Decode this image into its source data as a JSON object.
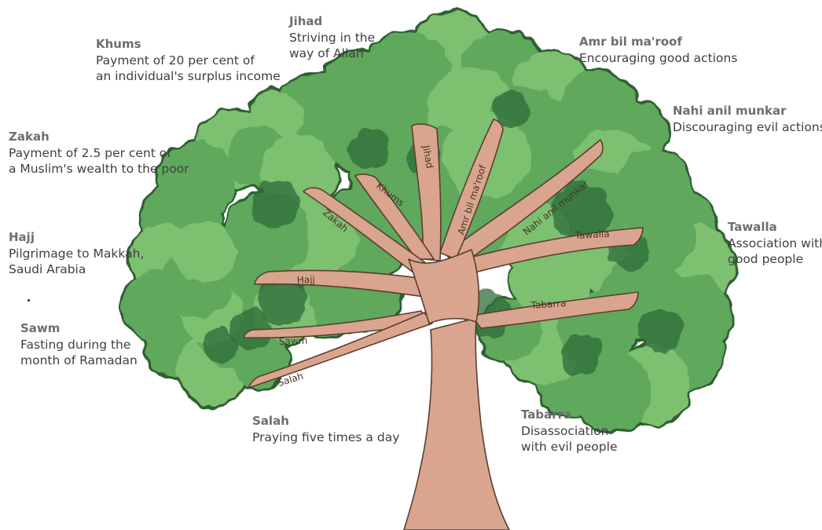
{
  "colors": {
    "foliage": "#5fa85b",
    "foliage_light": "#7cc06f",
    "foliage_dark": "#3f8a45",
    "foliage_shadow": "#2f6e3a",
    "outline": "#2f5f33",
    "trunk": "#d9a58e",
    "trunk_outline": "#5a3e32",
    "label_title": "#6e6e6e",
    "label_text": "#3f3f3f"
  },
  "branches": [
    {
      "id": "jihad",
      "label": "Jihad"
    },
    {
      "id": "khums",
      "label": "Khums"
    },
    {
      "id": "zakah",
      "label": "Zakah"
    },
    {
      "id": "hajj",
      "label": "Hajj"
    },
    {
      "id": "sawm",
      "label": "Sawm"
    },
    {
      "id": "salah",
      "label": "Salah"
    },
    {
      "id": "amr",
      "label": "Amr bil ma'roof"
    },
    {
      "id": "nahi",
      "label": "Nahi anil munkar"
    },
    {
      "id": "tawalla",
      "label": "Tawalla"
    },
    {
      "id": "tabarra",
      "label": "Tabarra"
    }
  ],
  "annotations": [
    {
      "id": "jihad",
      "title": "Jihad",
      "lines": [
        "Striving in the",
        "way of Allah"
      ]
    },
    {
      "id": "khums",
      "title": "Khums",
      "lines": [
        "Payment of 20 per cent of",
        "an individual's surplus income"
      ]
    },
    {
      "id": "amr",
      "title": "Amr bil ma'roof",
      "lines": [
        "Encouraging good actions"
      ]
    },
    {
      "id": "nahi",
      "title": "Nahi anil munkar",
      "lines": [
        "Discouraging evil actions"
      ]
    },
    {
      "id": "zakah",
      "title": "Zakah",
      "lines": [
        "Payment of 2.5 per cent of",
        "a Muslim's wealth to the poor"
      ]
    },
    {
      "id": "hajj",
      "title": "Hajj",
      "lines": [
        "Pilgrimage to Makkah,",
        "Saudi Arabia"
      ]
    },
    {
      "id": "tawalla",
      "title": "Tawalla",
      "lines": [
        "Association with",
        "good people"
      ]
    },
    {
      "id": "sawm",
      "title": "Sawm",
      "lines": [
        "Fasting during the",
        "month of Ramadan"
      ]
    },
    {
      "id": "salah",
      "title": "Salah",
      "lines": [
        "Praying five times a day"
      ]
    },
    {
      "id": "tabarra",
      "title": "Tabarra",
      "lines": [
        "Disassociation",
        "with evil people"
      ]
    }
  ]
}
